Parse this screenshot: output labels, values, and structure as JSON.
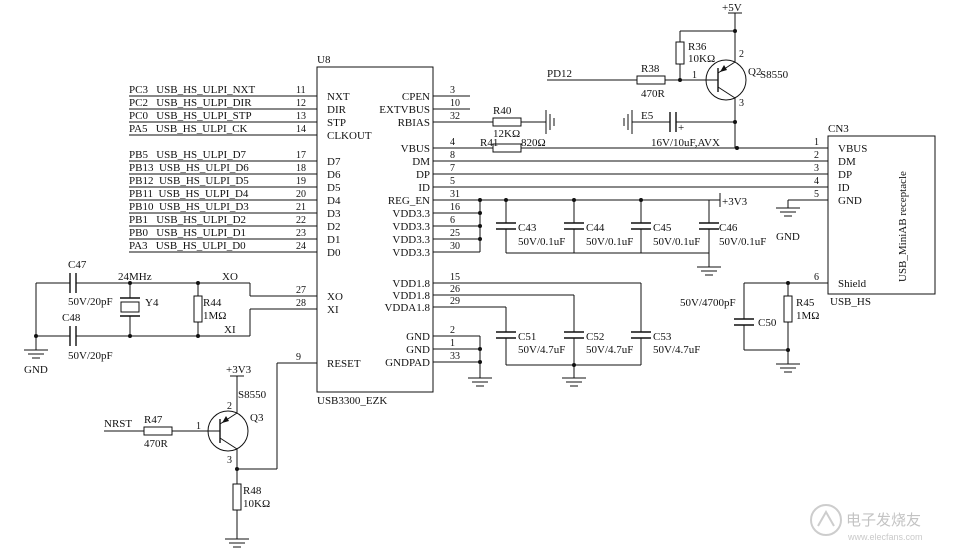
{
  "u8": {
    "ref": "U8",
    "part": "USB3300_EZK",
    "left_pins": [
      {
        "num": "11",
        "name": "NXT",
        "net": "PC3   USB_HS_ULPI_NXT"
      },
      {
        "num": "12",
        "name": "DIR",
        "net": "PC2   USB_HS_ULPI_DIR"
      },
      {
        "num": "13",
        "name": "STP",
        "net": "PC0   USB_HS_ULPI_STP"
      },
      {
        "num": "14",
        "name": "CLKOUT",
        "net": "PA5   USB_HS_ULPI_CK"
      },
      {
        "num": "17",
        "name": "D7",
        "net": "PB5   USB_HS_ULPI_D7"
      },
      {
        "num": "18",
        "name": "D6",
        "net": "PB13  USB_HS_ULPI_D6"
      },
      {
        "num": "19",
        "name": "D5",
        "net": "PB12  USB_HS_ULPI_D5"
      },
      {
        "num": "20",
        "name": "D4",
        "net": "PB11  USB_HS_ULPI_D4"
      },
      {
        "num": "21",
        "name": "D3",
        "net": "PB10  USB_HS_ULPI_D3"
      },
      {
        "num": "22",
        "name": "D2",
        "net": "PB1   USB_HS_ULPI_D2"
      },
      {
        "num": "23",
        "name": "D1",
        "net": "PB0   USB_HS_ULPI_D1"
      },
      {
        "num": "24",
        "name": "D0",
        "net": "PA3   USB_HS_ULPI_D0"
      },
      {
        "num": "27",
        "name": "XO",
        "net": ""
      },
      {
        "num": "28",
        "name": "XI",
        "net": ""
      },
      {
        "num": "9",
        "name": "RESET",
        "net": ""
      }
    ],
    "right_pins": [
      {
        "num": "3",
        "name": "CPEN"
      },
      {
        "num": "10",
        "name": "EXTVBUS"
      },
      {
        "num": "32",
        "name": "RBIAS"
      },
      {
        "num": "4",
        "name": "VBUS"
      },
      {
        "num": "8",
        "name": "DM"
      },
      {
        "num": "7",
        "name": "DP"
      },
      {
        "num": "5",
        "name": "ID"
      },
      {
        "num": "31",
        "name": "REG_EN"
      },
      {
        "num": "16",
        "name": "VDD3.3"
      },
      {
        "num": "6",
        "name": "VDD3.3"
      },
      {
        "num": "25",
        "name": "VDD3.3"
      },
      {
        "num": "30",
        "name": "VDD3.3"
      },
      {
        "num": "15",
        "name": "VDD1.8"
      },
      {
        "num": "26",
        "name": "VDD1.8"
      },
      {
        "num": "29",
        "name": "VDDA1.8"
      },
      {
        "num": "2",
        "name": "GND"
      },
      {
        "num": "1",
        "name": "GND"
      },
      {
        "num": "33",
        "name": "GNDPAD"
      }
    ]
  },
  "cn3": {
    "ref": "CN3",
    "part": "USB_HS",
    "desc": "USB_MiniAB receptacle",
    "pins": [
      {
        "num": "1",
        "name": "VBUS"
      },
      {
        "num": "2",
        "name": "DM"
      },
      {
        "num": "3",
        "name": "DP"
      },
      {
        "num": "4",
        "name": "ID"
      },
      {
        "num": "5",
        "name": "GND"
      },
      {
        "num": "6",
        "name": "Shield"
      }
    ]
  },
  "components": {
    "r40": {
      "ref": "R40",
      "value": "12KΩ"
    },
    "r41": {
      "ref": "R41",
      "value": "820Ω"
    },
    "r36": {
      "ref": "R36",
      "value": "10KΩ"
    },
    "r38": {
      "ref": "R38",
      "value": "470R"
    },
    "q2": {
      "ref": "Q2",
      "part": "S8550",
      "pin_b": "1",
      "pin_e": "2",
      "pin_c": "3"
    },
    "e5": {
      "ref": "E5",
      "value": "16V/10uF,AVX",
      "plus": "+"
    },
    "c43": {
      "ref": "C43",
      "value": "50V/0.1uF"
    },
    "c44": {
      "ref": "C44",
      "value": "50V/0.1uF"
    },
    "c45": {
      "ref": "C45",
      "value": "50V/0.1uF"
    },
    "c46": {
      "ref": "C46",
      "value": "50V/0.1uF"
    },
    "c51": {
      "ref": "C51",
      "value": "50V/4.7uF"
    },
    "c52": {
      "ref": "C52",
      "value": "50V/4.7uF"
    },
    "c53": {
      "ref": "C53",
      "value": "50V/4.7uF"
    },
    "c50": {
      "ref": "C50",
      "value": "50V/4700pF"
    },
    "r45": {
      "ref": "R45",
      "value": "1MΩ"
    },
    "c47": {
      "ref": "C47",
      "value": "50V/20pF"
    },
    "c48": {
      "ref": "C48",
      "value": "50V/20pF"
    },
    "y4": {
      "ref": "Y4",
      "freq": "24MHz"
    },
    "r44": {
      "ref": "R44",
      "value": "1MΩ"
    },
    "q3": {
      "ref": "Q3",
      "part": "S8550",
      "pin_b": "1",
      "pin_e": "2",
      "pin_c": "3"
    },
    "r47": {
      "ref": "R47",
      "value": "470R"
    },
    "r48": {
      "ref": "R48",
      "value": "10KΩ"
    }
  },
  "nets": {
    "pd12": "PD12",
    "nrst": "NRST",
    "p5v": "+5V",
    "p3v3_a": "+3V3",
    "p3v3_b": "+3V3",
    "gnd": "GND",
    "xo": "XO",
    "xi": "XI"
  },
  "watermark": {
    "cn": "电子发烧友",
    "url": "www.elecfans.com"
  }
}
